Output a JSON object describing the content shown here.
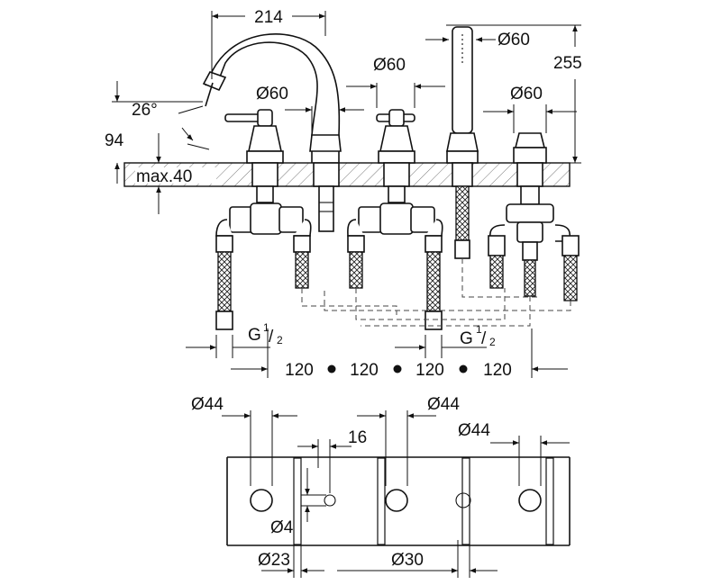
{
  "labels": {
    "width_spout": "214",
    "height_total": "255",
    "angle": "26°",
    "height_left": "94",
    "deck_max": "max.40",
    "dia_spout": "Ø60",
    "dia_valve_center": "Ø60",
    "dia_handshower": "Ø60",
    "dia_diverter": "Ø60",
    "thread_left_main": "G",
    "thread_left_sup": "1",
    "thread_left_sub": "2",
    "thread_right_main": "G",
    "thread_right_sup": "1",
    "thread_right_sub": "2",
    "spacing_1": "120",
    "spacing_2": "120",
    "spacing_3": "120",
    "spacing_4": "120",
    "hole_dia_1": "Ø44",
    "hole_dia_2": "Ø44",
    "hole_dia_3": "Ø44",
    "offset": "16",
    "small_dia": "Ø4",
    "slot_dia_1": "Ø23",
    "slot_dia_2": "Ø30"
  }
}
